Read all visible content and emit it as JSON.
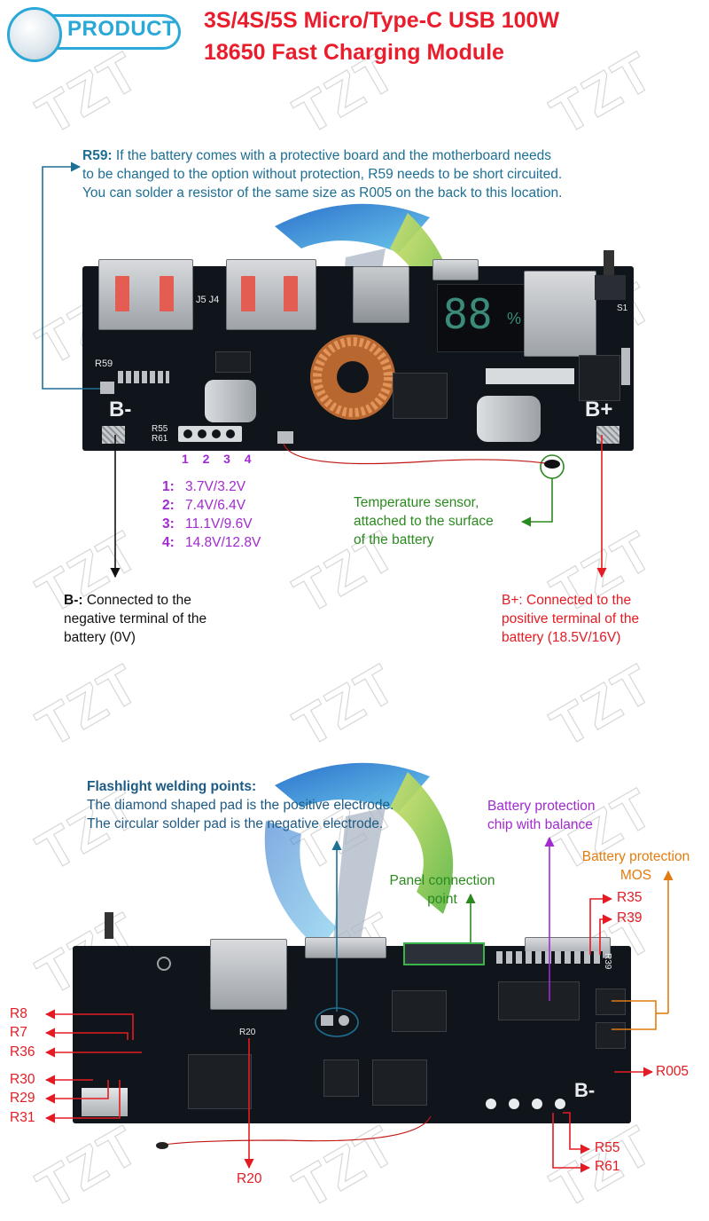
{
  "header": {
    "badge": "PRODUCT",
    "title_line1": "3S/4S/5S Micro/Type-C USB 100W",
    "title_line2": "18650 Fast Charging Module"
  },
  "watermark": "TZT",
  "colors": {
    "title_red": "#e41b23",
    "badge_blue": "#2aa8d8",
    "note_blue": "#1d6f94",
    "purple": "#a22ad0",
    "green": "#2b8a1f",
    "orange": "#e27c10",
    "board": "#10141b"
  },
  "top": {
    "r59_label": "R59:",
    "r59_text1": " If the battery comes with a protective board and the motherboard needs",
    "r59_text2": "to be changed to the option without protection, R59 needs to be short circuited.",
    "r59_text3": "You can solder a resistor of the same size as R005 on the back to this location.",
    "board_silk": {
      "j5j4": "J5 J4",
      "r59": "R59",
      "b_minus": "B-",
      "b_plus": "B+",
      "r55": "R55",
      "r61": "R61",
      "s1": "S1",
      "display": "88",
      "percent": "%"
    },
    "pin_numbers": [
      "1",
      "2",
      "3",
      "4"
    ],
    "voltages": [
      {
        "n": "1:",
        "v": "3.7V/3.2V"
      },
      {
        "n": "2:",
        "v": "7.4V/6.4V"
      },
      {
        "n": "3:",
        "v": "11.1V/9.6V"
      },
      {
        "n": "4:",
        "v": "14.8V/12.8V"
      }
    ],
    "temp_sensor": [
      "Temperature sensor,",
      "attached to the surface",
      "of the battery"
    ],
    "b_minus_label": "B-:",
    "b_minus_text": [
      " Connected to the",
      "negative terminal of the",
      "battery (0V)"
    ],
    "b_plus_text": [
      "B+: Connected to the",
      "positive terminal of the",
      "battery (18.5V/16V)"
    ]
  },
  "bottom": {
    "flash_title": "Flashlight welding points:",
    "flash_line1": "The diamond shaped pad is the positive electrode.",
    "flash_line2": "The circular solder pad is the negative electrode.",
    "bp_chip": [
      "Battery protection",
      "chip with balance"
    ],
    "bp_mos": [
      "Battery protection",
      "MOS"
    ],
    "panel": [
      "Panel connection",
      "point"
    ],
    "board_silk": {
      "r20": "R20",
      "b_minus": "B-",
      "r39": "R39",
      "chip_code": "⋮⋮"
    },
    "left_labels": [
      "R8",
      "R7",
      "R36",
      "R30",
      "R29",
      "R31"
    ],
    "right_labels": {
      "r35": "R35",
      "r39": "R39",
      "r005": "R005",
      "r55": "R55",
      "r61": "R61",
      "r20": "R20"
    }
  }
}
